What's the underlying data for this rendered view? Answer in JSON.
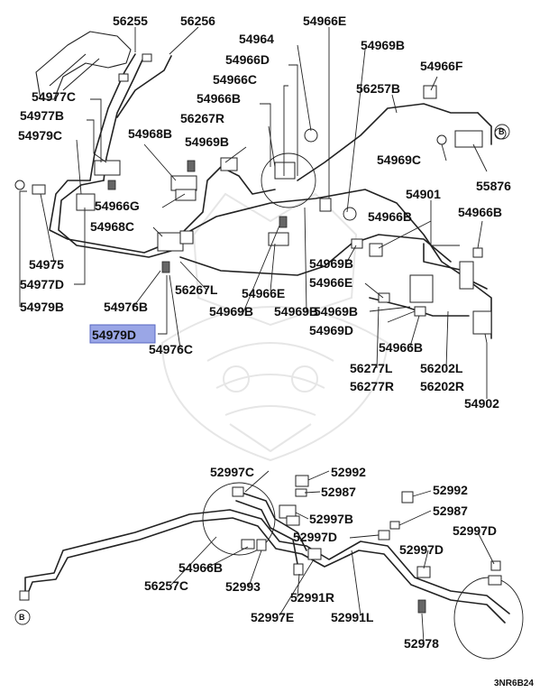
{
  "diagram": {
    "labels": {
      "p56255": "56255",
      "p56256": "56256",
      "p54966E_top": "54966E",
      "p54964": "54964",
      "p54966D": "54966D",
      "p54969B_top": "54969B",
      "p54966C": "54966C",
      "p54966F": "54966F",
      "p54977C": "54977C",
      "p54966B_1": "54966B",
      "p56257B": "56257B",
      "p54977B": "54977B",
      "p56267R": "56267R",
      "p54968B": "54968B",
      "p54979C": "54979C",
      "p54969B_2": "54969B",
      "p54969C": "54969C",
      "p55876": "55876",
      "p54966G": "54966G",
      "p54901": "54901",
      "p54968C": "54968C",
      "p54966B_2": "54966B",
      "p54966B_3": "54966B",
      "p54975": "54975",
      "p54969B_3": "54969B",
      "p54966E_2": "54966E",
      "p54977D": "54977D",
      "p56267L": "56267L",
      "p54966E_3": "54966E",
      "p54976B": "54976B",
      "p54979B": "54979B",
      "p54969B_4": "54969B",
      "p54969B_5": "54969B",
      "p54969B_6": "54969B",
      "p54969D": "54969D",
      "p54966B_4": "54966B",
      "p54979D": "54979D",
      "p54976C": "54976C",
      "p56277L": "56277L",
      "p56202L": "56202L",
      "p56277R": "56277R",
      "p56202R": "56202R",
      "p54902": "54902",
      "p52997C": "52997C",
      "p52992_1": "52992",
      "p52987_1": "52987",
      "p52992_2": "52992",
      "p52997B": "52997B",
      "p52987_2": "52987",
      "p52997D_1": "52997D",
      "p52997D_2": "52997D",
      "p52997D_3": "52997D",
      "p54966B_5": "54966B",
      "p56257C": "56257C",
      "p52993": "52993",
      "p52991R": "52991R",
      "p52997E": "52997E",
      "p52991L": "52991L",
      "p52978": "52978",
      "ref_code": "3NR6B24"
    },
    "ref_marks": {
      "b_top": "B",
      "b_bottom": "B"
    },
    "highlight": {
      "part": "54979D",
      "color": "#9aa6e6"
    }
  }
}
